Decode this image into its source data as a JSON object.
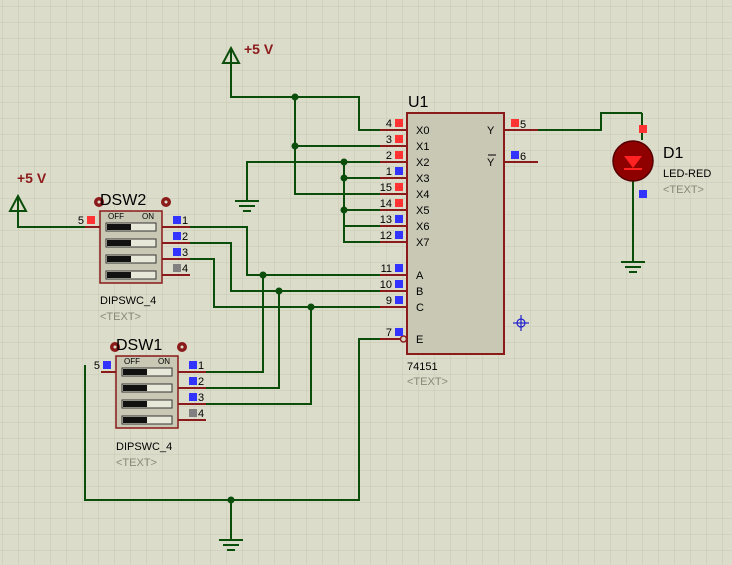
{
  "power": {
    "top": {
      "label": "+5 V"
    },
    "left": {
      "label": "+5 V"
    }
  },
  "u1": {
    "ref": "U1",
    "part": "74151",
    "text": "<TEXT>",
    "left_pins": [
      {
        "num": "4",
        "label": "X0"
      },
      {
        "num": "3",
        "label": "X1"
      },
      {
        "num": "2",
        "label": "X2"
      },
      {
        "num": "1",
        "label": "X3"
      },
      {
        "num": "15",
        "label": "X4"
      },
      {
        "num": "14",
        "label": "X5"
      },
      {
        "num": "13",
        "label": "X6"
      },
      {
        "num": "12",
        "label": "X7"
      },
      {
        "num": "11",
        "label": "A"
      },
      {
        "num": "10",
        "label": "B"
      },
      {
        "num": "9",
        "label": "C"
      },
      {
        "num": "7",
        "label": "E"
      }
    ],
    "right_pins": [
      {
        "num": "5",
        "label": "Y"
      },
      {
        "num": "6",
        "label": "Y"
      }
    ]
  },
  "dsw2": {
    "ref": "DSW2",
    "part": "DIPSWC_4",
    "text": "<TEXT>",
    "off_label": "OFF",
    "on_label": "ON",
    "common_pin": "5",
    "pins": [
      "1",
      "2",
      "3",
      "4"
    ]
  },
  "dsw1": {
    "ref": "DSW1",
    "part": "DIPSWC_4",
    "text": "<TEXT>",
    "off_label": "OFF",
    "on_label": "ON",
    "common_pin": "5",
    "pins": [
      "1",
      "2",
      "3",
      "4"
    ]
  },
  "d1": {
    "ref": "D1",
    "part": "LED-RED",
    "text": "<TEXT>"
  },
  "colors": {
    "background": "#dcdccb",
    "grid": "#c6c6b5",
    "wire": "#0b4d0b",
    "body": "#c8c8b4",
    "outline": "#8b1a1a",
    "pin_high": "#ff3333",
    "pin_low": "#3333ff",
    "pin_float": "#808080",
    "led": "#aa0000"
  }
}
